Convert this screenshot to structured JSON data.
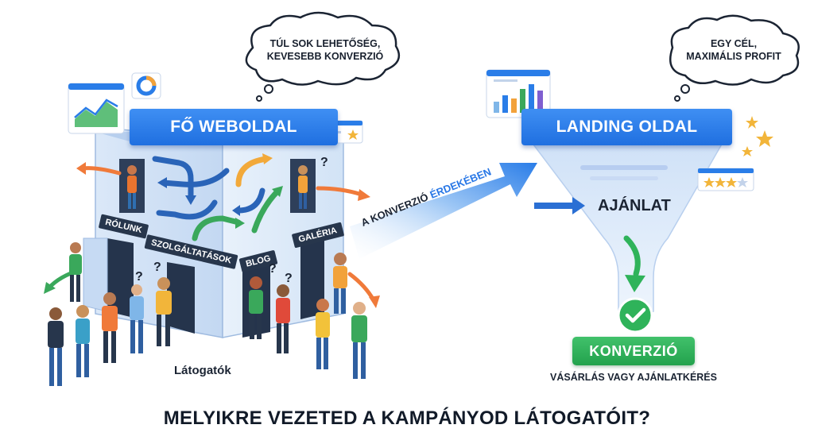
{
  "main_site": {
    "title": "Fő weboldal",
    "nav_signs": [
      "Rólunk",
      "Szolgáltatások",
      "Blog",
      "Galéria"
    ],
    "visitors_label": "Látogatók",
    "thought": [
      "Túl sok lehetőség,",
      "kevesebb konverzió"
    ],
    "question_mark": "?"
  },
  "transition": {
    "label_main": "A konverzió",
    "label_accent": "érdekében"
  },
  "landing": {
    "title": "Landing oldal",
    "thought": [
      "Egy cél,",
      "maximális profit"
    ],
    "offer_label": "Ajánlat",
    "conversion_badge": "Konverzió",
    "conversion_sub": "Vásárlás vagy ajánlatkérés"
  },
  "bottom_question": "Melyikre vezeted a kampányod látogatóit?",
  "colors": {
    "primary_blue": "#2a7de8",
    "orange": "#f07a3a",
    "green": "#2fb35a",
    "dark": "#1b2433"
  }
}
